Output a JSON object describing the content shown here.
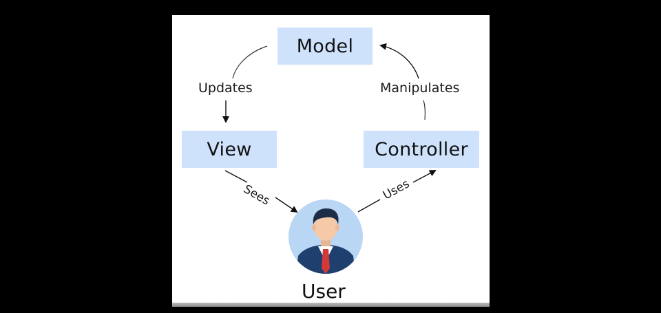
{
  "diagram": {
    "nodes": {
      "model": "Model",
      "view": "View",
      "controller": "Controller",
      "user": "User"
    },
    "edges": {
      "updates": "Updates",
      "manipulates": "Manipulates",
      "sees": "Sees",
      "uses": "Uses"
    },
    "colors": {
      "box_fill": "#cfe2fb",
      "avatar_bg": "#b9d6f5",
      "suit": "#1f3f6e",
      "tie": "#d23a3a",
      "hair": "#1c2d48",
      "skin": "#f6c9a8"
    },
    "icons": [
      "user-avatar-icon"
    ]
  }
}
